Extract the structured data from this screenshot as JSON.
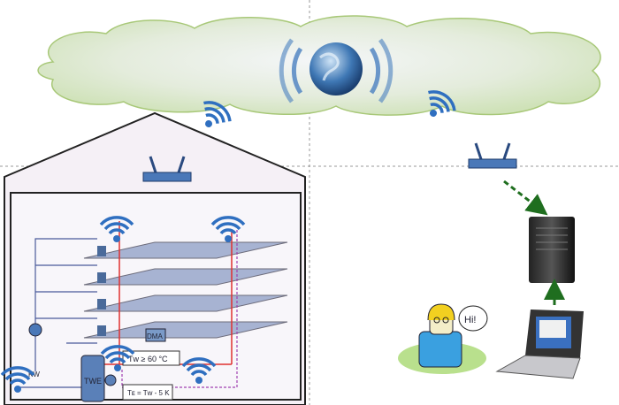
{
  "labels": {
    "storage_tank": "TWE",
    "cold_water": "KW",
    "controller": "DMA",
    "temp_condition_1": "Tᴡ ≥ 60 °C",
    "temp_condition_2": "Tᴇ = Tᴡ - 5 K",
    "speech": "Hi!"
  },
  "colors": {
    "wifi": "#2f6fc0",
    "floor": "#9aa8cc",
    "supply_pipe": "#e03030",
    "return_pipe": "#a040b0",
    "arrow": "#1f6e1f",
    "cloud": "#dfeccd"
  }
}
